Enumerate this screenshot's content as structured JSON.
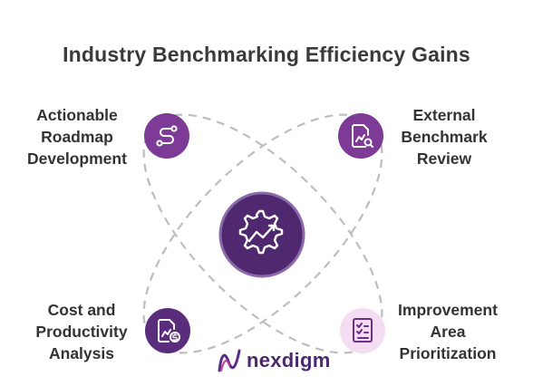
{
  "title": "Industry Benchmarking Efficiency Gains",
  "nodes": {
    "top_left": {
      "lines": [
        "Actionable",
        "Roadmap",
        "Development"
      ],
      "icon": "route-icon"
    },
    "top_right": {
      "lines": [
        "External",
        "Benchmark",
        "Review"
      ],
      "icon": "document-chart-search-icon"
    },
    "bottom_left": {
      "lines": [
        "Cost and",
        "Productivity",
        "Analysis"
      ],
      "icon": "document-dollar-icon"
    },
    "bottom_right": {
      "lines": [
        "Improvement",
        "Area",
        "Prioritization"
      ],
      "icon": "checklist-icon"
    }
  },
  "center": {
    "icon": "gear-trend-icon"
  },
  "logo": {
    "text": "nexdigm"
  },
  "colors": {
    "dark_purple": "#4f2870",
    "medium_purple": "#7d3a96",
    "light_pink": "#f4dcf3",
    "dashed_line": "#bdbdbd"
  }
}
